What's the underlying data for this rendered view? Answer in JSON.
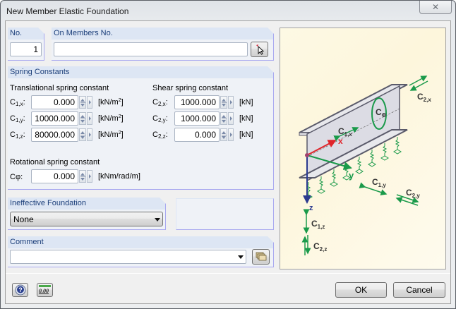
{
  "window": {
    "title": "New Member Elastic Foundation",
    "close_icon": "close-icon"
  },
  "no": {
    "header": "No.",
    "value": "1"
  },
  "on_members": {
    "header": "On Members No.",
    "value": "",
    "pick_icon": "select-member-cursor-icon"
  },
  "spring_constants": {
    "header": "Spring Constants",
    "translational": {
      "title": "Translational spring constant",
      "rows": [
        {
          "symbol": "C",
          "sub": "1,x",
          "value": "0.000",
          "unit": "[kN/m",
          "unit_sup": "2",
          "unit_end": "]"
        },
        {
          "symbol": "C",
          "sub": "1,y",
          "value": "10000.000",
          "unit": "[kN/m",
          "unit_sup": "2",
          "unit_end": "]"
        },
        {
          "symbol": "C",
          "sub": "1,z",
          "value": "80000.000",
          "unit": "[kN/m",
          "unit_sup": "2",
          "unit_end": "]"
        }
      ]
    },
    "shear": {
      "title": "Shear spring constant",
      "rows": [
        {
          "symbol": "C",
          "sub": "2,x",
          "value": "1000.000",
          "unit": "[kN]"
        },
        {
          "symbol": "C",
          "sub": "2,y",
          "value": "1000.000",
          "unit": "[kN]"
        },
        {
          "symbol": "C",
          "sub": "2,z",
          "value": "0.000",
          "unit": "[kN]"
        }
      ]
    },
    "rotational": {
      "title": "Rotational spring constant",
      "symbol": "Cφ:",
      "value": "0.000",
      "unit": "[kNm/rad/m]"
    }
  },
  "ineffective_foundation": {
    "header": "Ineffective Foundation",
    "selected": "None"
  },
  "comment": {
    "header": "Comment",
    "value": "",
    "library_icon": "comment-library-icon"
  },
  "footer": {
    "help_icon": "help-icon",
    "units_icon": "units-decimal-icon",
    "units_text": "0.00",
    "ok_label": "OK",
    "cancel_label": "Cancel"
  },
  "diagram": {
    "labels": {
      "c1x": "C",
      "c1x_sub": "1,x",
      "cphi": "C",
      "cphi_sub": "Φ",
      "c2x": "C",
      "c2x_sub": "2,x",
      "c1y": "C",
      "c1y_sub": "1,y",
      "c2y": "C",
      "c2y_sub": "2,y",
      "c1z": "C",
      "c1z_sub": "1,z",
      "c2z": "C",
      "c2z_sub": "2,z",
      "x_axis": "x",
      "y_axis": "y",
      "z_axis": "z"
    },
    "colors": {
      "spring": "#1a9a4a",
      "x_axis": "#e0242a",
      "y_axis": "#1a9a4a",
      "z_axis": "#2b3a8f",
      "beam": "#5a5a6a"
    }
  }
}
